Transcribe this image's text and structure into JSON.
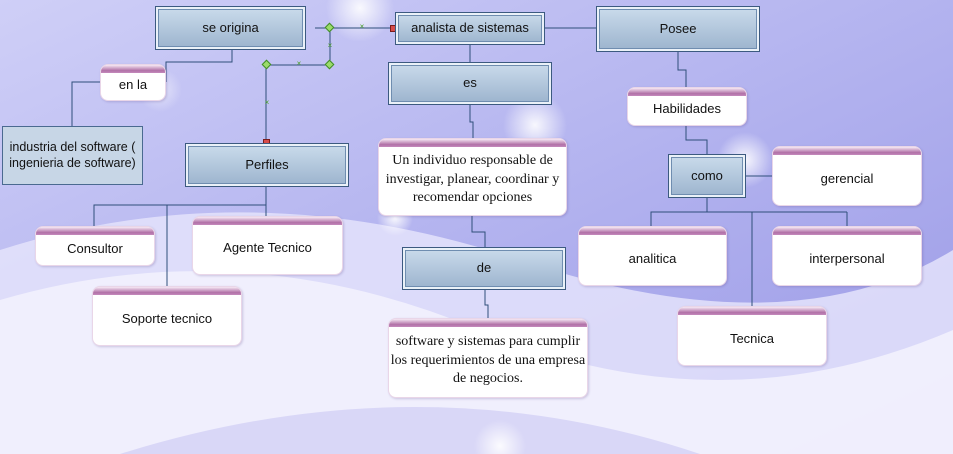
{
  "diagram": {
    "nodes": {
      "analista": "analista de sistemas",
      "se_origina": "se origina",
      "posee": "Posee",
      "es": "es",
      "en_la": "en la",
      "industria": "industria del software ( ingenieria de software)",
      "perfiles": "Perfiles",
      "definicion": "Un individuo responsable de investigar, planear, coordinar y recomendar opciones",
      "de": "de",
      "software": "software y sistemas para cumplir los requerimientos de una empresa de negocios.",
      "habilidades": "Habilidades",
      "como": "como",
      "gerencial": "gerencial",
      "analitica": "analitica",
      "interpersonal": "interpersonal",
      "tecnica": "Tecnica",
      "consultor": "Consultor",
      "agente": "Agente Tecnico",
      "soporte": "Soporte tecnico"
    }
  },
  "colors": {
    "background": "#b9b8f2",
    "node_fill": "#a8bfd8",
    "node_border": "#3c5a80",
    "card_tab": "#b06fa6",
    "connector": "#2f4f7a"
  }
}
